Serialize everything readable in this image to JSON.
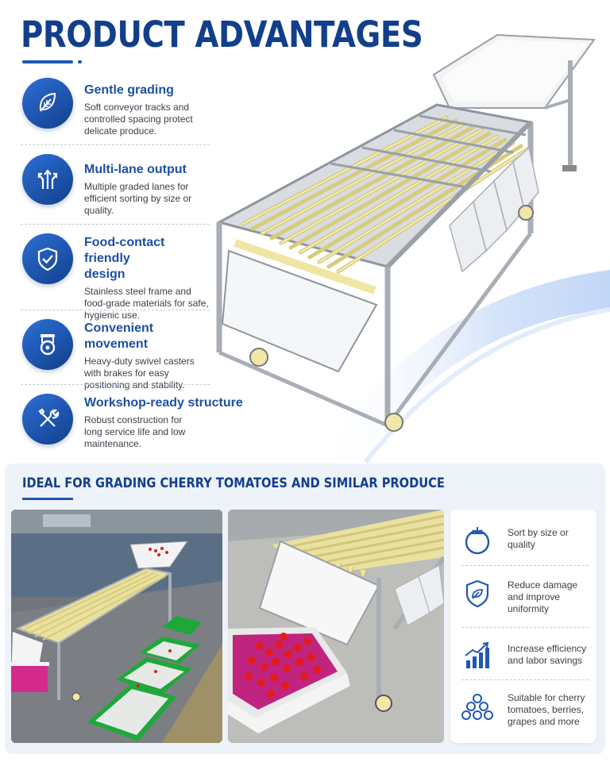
{
  "header": {
    "title": "PRODUCT ADVANTAGES"
  },
  "features": [
    {
      "icon": "leaf-icon",
      "title": "Gentle grading",
      "desc": "Soft conveyor tracks and controlled spacing protect delicate produce."
    },
    {
      "icon": "split-arrows-icon",
      "title": "Multi-lane output",
      "desc": "Multiple graded lanes for efficient sorting by size or quality."
    },
    {
      "icon": "shield-check-icon",
      "title": "Food-contact friendly design",
      "desc": "Stainless steel frame and food-grade materials for safe, hygienic use."
    },
    {
      "icon": "caster-wheel-icon",
      "title": "Convenient movement",
      "desc": "Heavy-duty swivel casters with brakes for easy positioning and stability."
    },
    {
      "icon": "tools-icon",
      "title": "Workshop-ready structure",
      "desc": "Robust construction for long service life and low maintenance."
    }
  ],
  "panel": {
    "title": "IDEAL FOR GRADING CHERRY TOMATOES AND SIMILAR PRODUCE",
    "benefits": [
      {
        "icon": "tomato-icon",
        "text": "Sort by size or quality"
      },
      {
        "icon": "shield-leaf-icon",
        "text": "Reduce damage and improve uniformity"
      },
      {
        "icon": "growth-chart-icon",
        "text": "Increase efficiency and labor savings"
      },
      {
        "icon": "berries-icon",
        "text": "Suitable for cherry tomatoes, berries, grapes and more"
      }
    ]
  },
  "colors": {
    "brand": "#123f8c",
    "accent": "#1f57b4",
    "roller": "#efe6a4",
    "steel": "#b9bec6",
    "tomato": "#d81e1e",
    "crate_green": "#1ea83a"
  }
}
